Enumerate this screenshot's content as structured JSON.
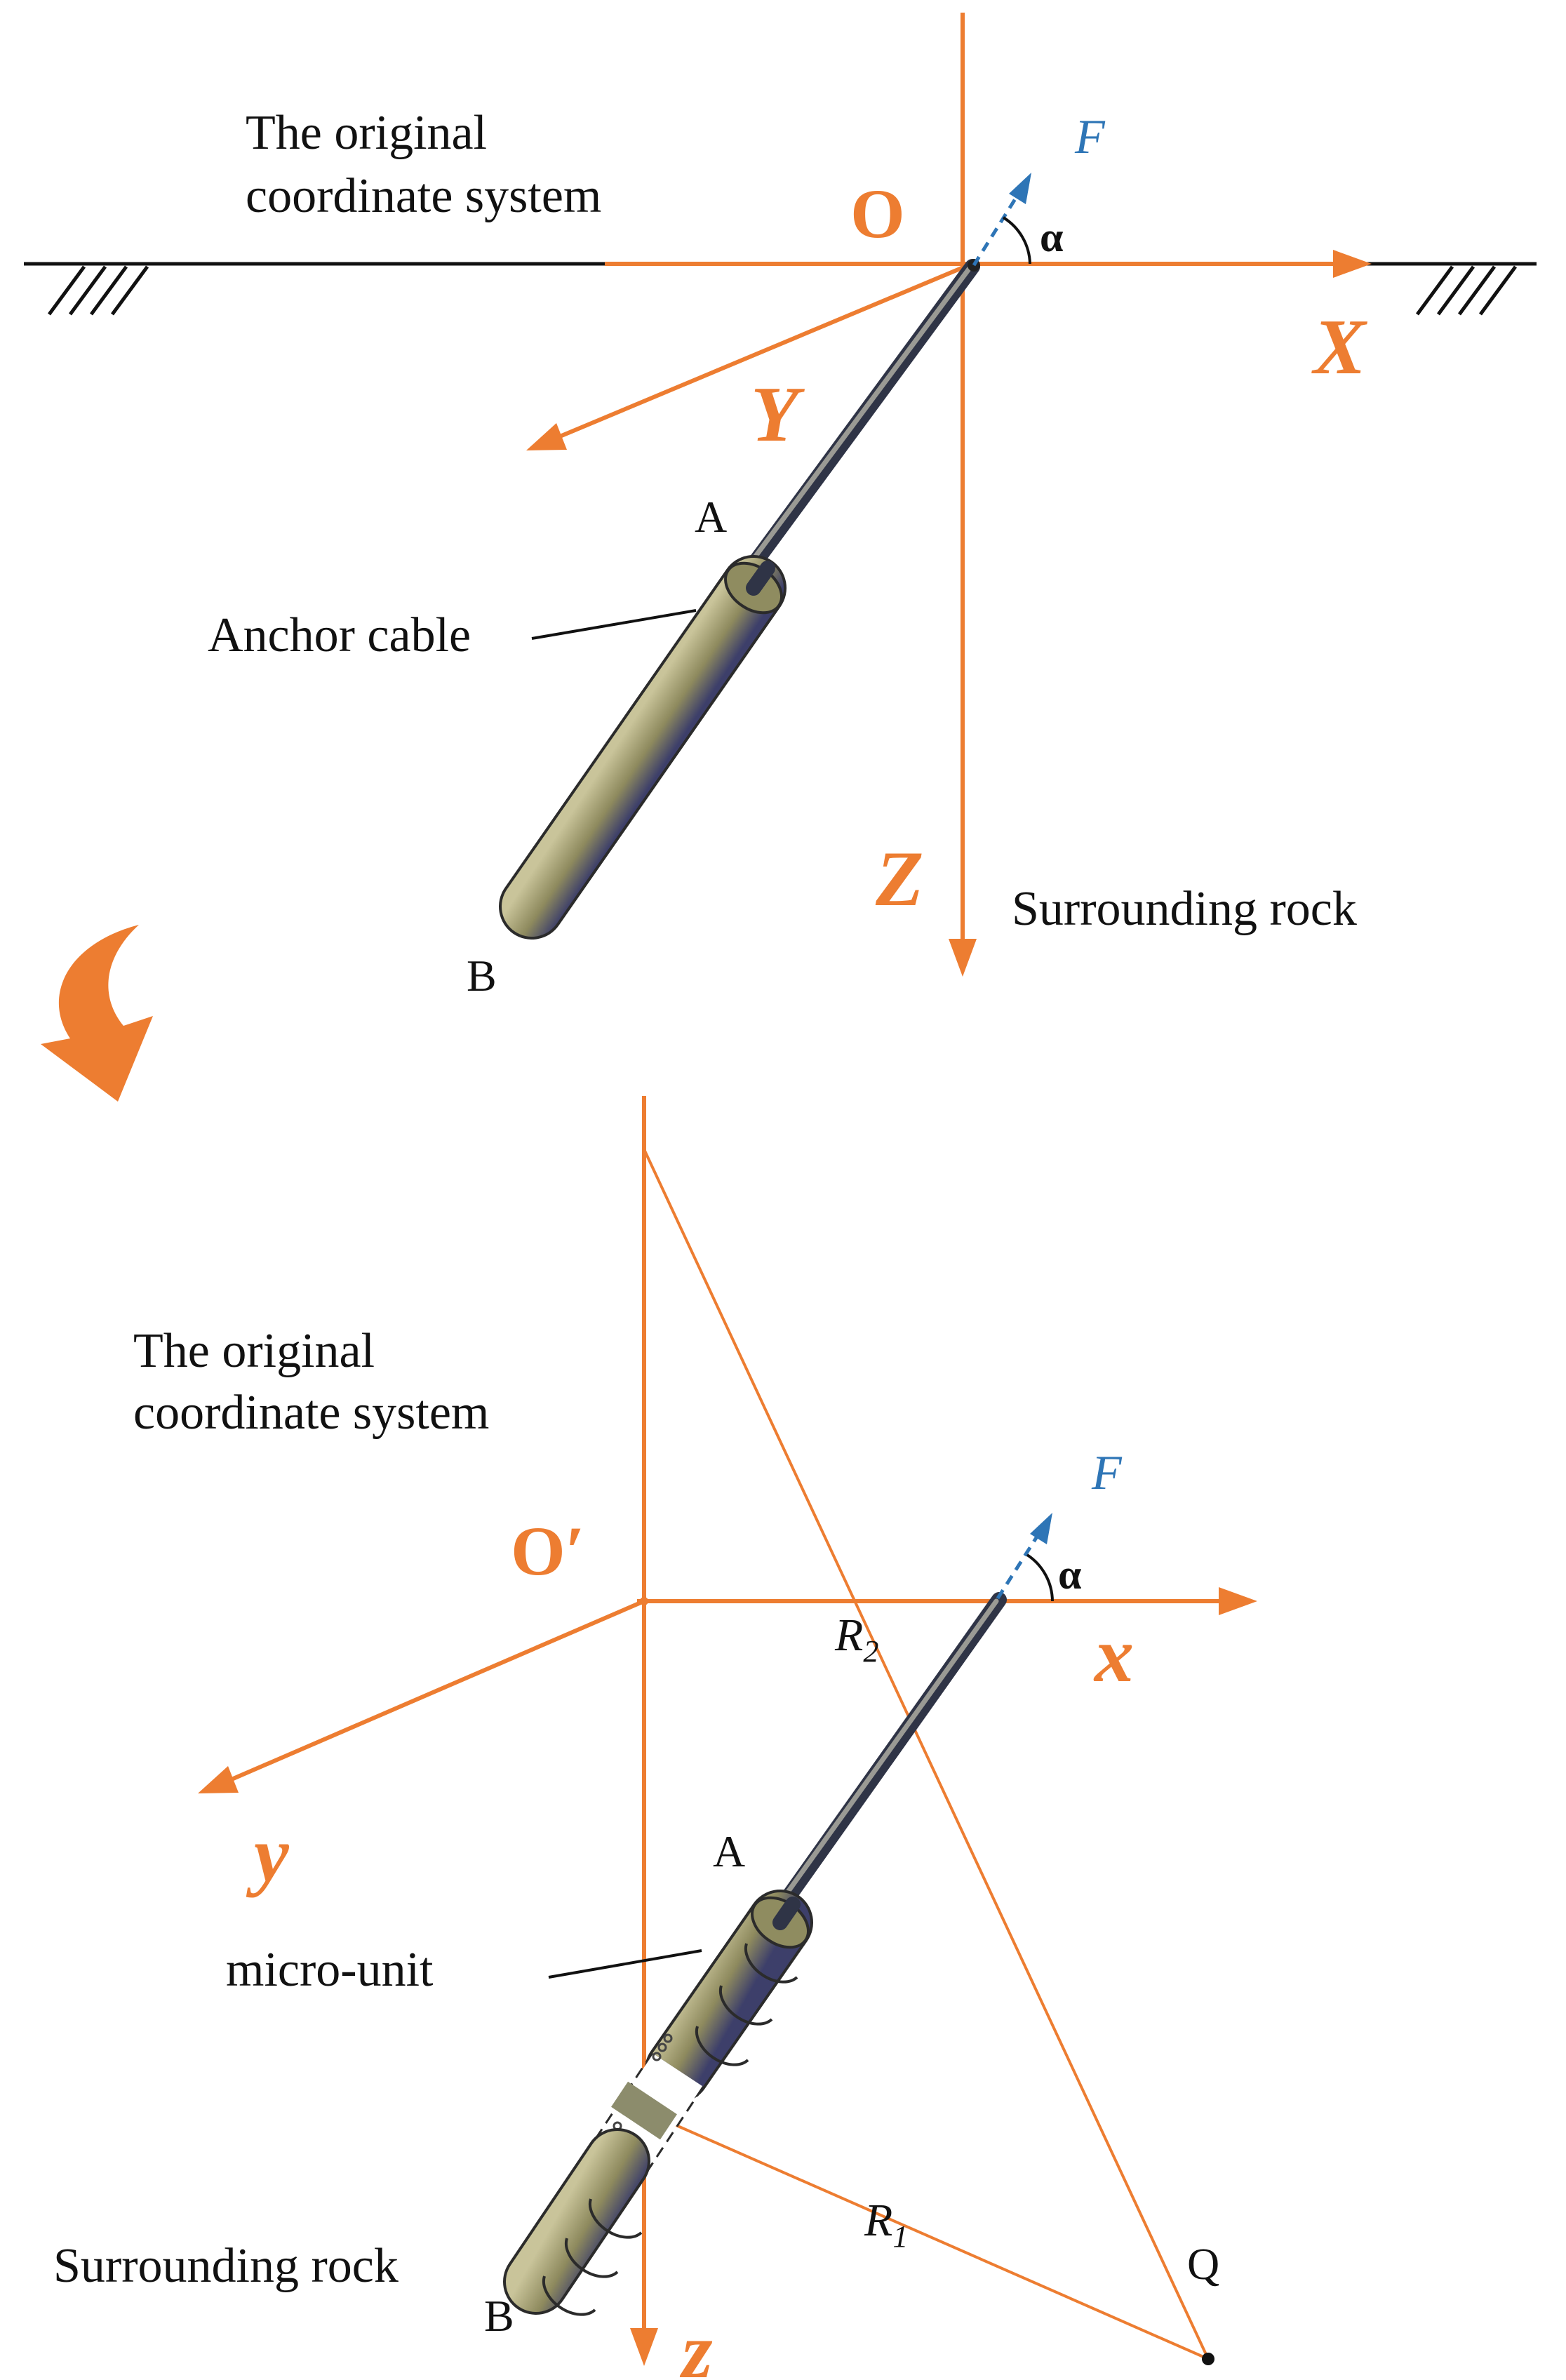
{
  "colors": {
    "axis": "#ED7D31",
    "force": "#2E75B6",
    "ink": "#111111",
    "cable": "#8B8B5A"
  },
  "top_panel": {
    "coord_label_line1": "The original",
    "coord_label_line2": "coordinate system",
    "origin": "O",
    "axis_x": "X",
    "axis_y": "Y",
    "axis_z": "Z",
    "force": "F",
    "angle": "α",
    "point_a": "A",
    "point_b": "B",
    "anchor_label": "Anchor cable",
    "rock_label": "Surrounding rock"
  },
  "bottom_panel": {
    "coord_label_line1": "The original",
    "coord_label_line2": "coordinate system",
    "origin": "O′",
    "axis_x": "x",
    "axis_y": "y",
    "axis_z": "z",
    "force": "F",
    "angle": "α",
    "point_a": "A",
    "point_b": "B",
    "point_q": "Q",
    "micro_label": "micro-unit",
    "rock_label": "Surrounding rock",
    "r1": "R",
    "r1_sub": "1",
    "r2": "R",
    "r2_sub": "2"
  },
  "transition_icon": "curved-arrow-icon"
}
